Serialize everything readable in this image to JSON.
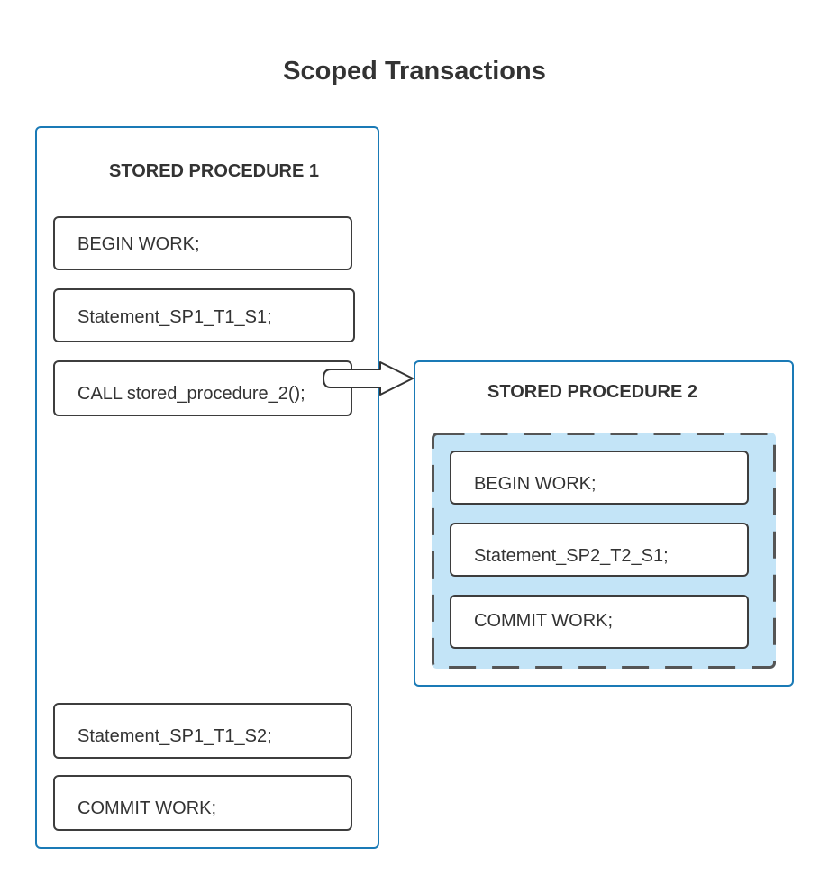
{
  "title": "Scoped Transactions",
  "procedure_1": {
    "title": "STORED PROCEDURE 1",
    "statements": [
      "BEGIN WORK;",
      "Statement_SP1_T1_S1;",
      "CALL stored_procedure_2();",
      "Statement_SP1_T1_S2;",
      "COMMIT WORK;"
    ]
  },
  "procedure_2": {
    "title": "STORED PROCEDURE 2",
    "statements": [
      "BEGIN WORK;",
      "Statement_SP2_T2_S1;",
      "COMMIT WORK;"
    ]
  },
  "colors": {
    "procedure_border": "#1a7ab6",
    "statement_border": "#3d3d3d",
    "scope_fill": "#c3e4f7",
    "scope_border": "#555555",
    "text": "#333333"
  }
}
